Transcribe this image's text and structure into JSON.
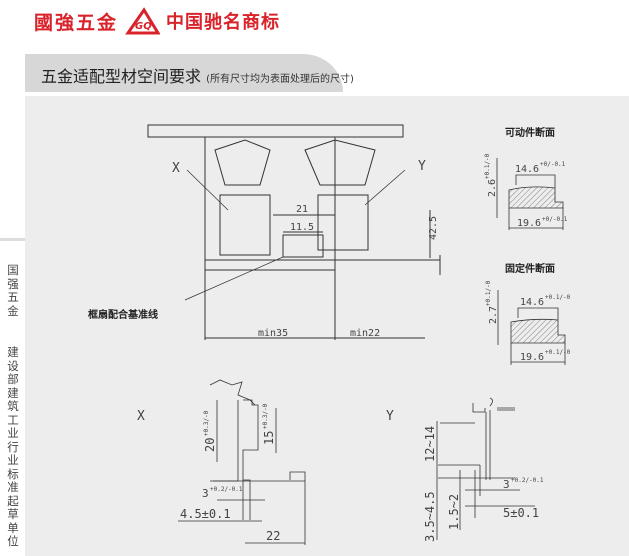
{
  "brand": {
    "name": "國強五金",
    "trademark": "中国驰名商标",
    "logo_text": "GQ",
    "accent": "#d9232a"
  },
  "section": {
    "title": "五金适配型材空间要求",
    "subtitle": "(所有尺寸均为表面处理后的尺寸)"
  },
  "sidebar": {
    "company": "国强五金",
    "role": "建设部建筑工业行业标准起草单位"
  },
  "main_drawing": {
    "label_x": "X",
    "label_y": "Y",
    "dim_21": "21",
    "dim_11_5": "11.5",
    "dim_42_5": "42.5",
    "baseline_label": "框扇配合基准线",
    "dim_min35": "min35",
    "dim_min22": "min22"
  },
  "section_movable": {
    "title": "可动件断面",
    "height": "2.6",
    "height_tol": "+0.1/-0",
    "top_width": "14.6",
    "top_tol": "+0/-0.1",
    "bottom_width": "19.6",
    "bottom_tol": "+0/-0.1"
  },
  "section_fixed": {
    "title": "固定件断面",
    "height": "2.7",
    "height_tol": "+0.1/-0",
    "top_width": "14.6",
    "top_tol": "+0.1/-0",
    "bottom_width": "19.6",
    "bottom_tol": "+0.1/-0"
  },
  "detail_x": {
    "label": "X",
    "dim_20": "20",
    "dim_20_tol": "+0.3/-0",
    "dim_15": "15",
    "dim_15_tol": "+0.3/-0",
    "dim_3": "3",
    "dim_3_tol": "+0.2/-0.1",
    "dim_4_5": "4.5±0.1",
    "dim_22": "22"
  },
  "detail_y": {
    "label": "Y",
    "dim_12_14": "12~14",
    "dim_3": "3",
    "dim_3_tol": "+0.2/-0.1",
    "dim_5": "5±0.1",
    "dim_3_5": "3.5~4.5",
    "dim_1_5": "1.5~2"
  }
}
